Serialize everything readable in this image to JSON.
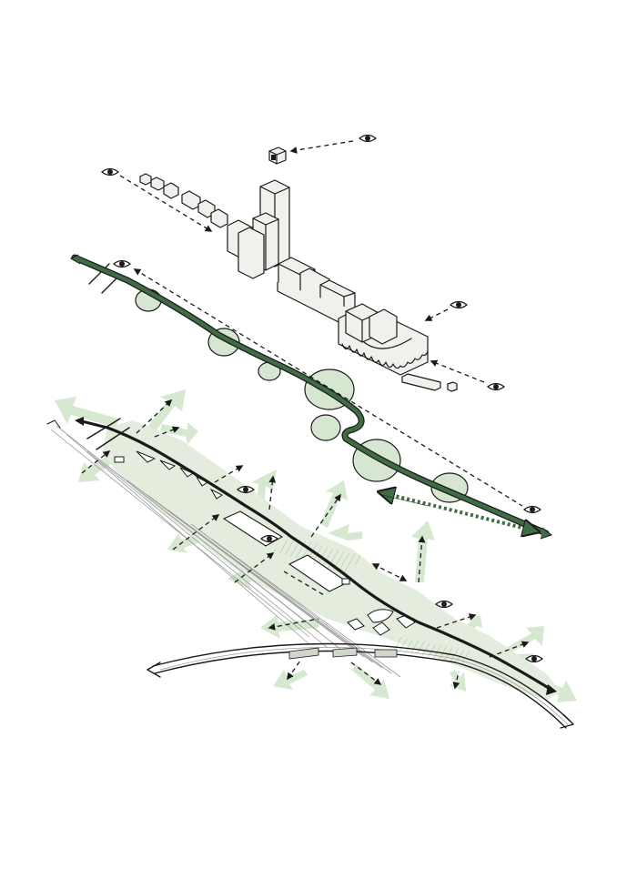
{
  "diagram": {
    "layers": [
      {
        "id": "buildings",
        "name": "building-massing-layer"
      },
      {
        "id": "greenway",
        "name": "green-corridor-layer"
      },
      {
        "id": "ground",
        "name": "ground-plan-layer"
      }
    ],
    "colors": {
      "ink": "#1a1a1a",
      "green_path": "#3f6b45",
      "pale_green": "#d6e8d0",
      "building": "#eef1ec",
      "tree": "#d6e6d0"
    },
    "icons": [
      "eye-icon",
      "arrow-icon",
      "tree-icon",
      "building-icon",
      "bridge-icon"
    ]
  }
}
